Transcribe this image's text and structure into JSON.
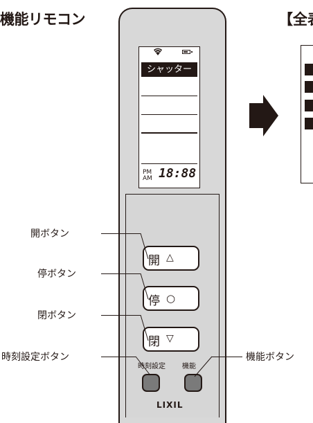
{
  "titles": {
    "left": "機能リモコン",
    "right": "【全表"
  },
  "screen": {
    "menu_selected": "シャッター",
    "ampm_top": "PM",
    "ampm_bottom": "AM",
    "clock": "18:88",
    "status_icons": [
      "wifi-signal-icon",
      "battery-icon"
    ]
  },
  "buttons": {
    "open": {
      "char": "開",
      "symbol": "△"
    },
    "stop": {
      "char": "停",
      "symbol": "○"
    },
    "close": {
      "char": "閉",
      "symbol": "▽"
    },
    "time_setting_label": "時刻設定",
    "function_label": "機能"
  },
  "callouts": {
    "open": "開ボタン",
    "stop": "停ボタン",
    "close": "閉ボタン",
    "time_setting": "時刻設定ボタン",
    "function": "機能ボタン"
  },
  "brand": "LIXIL",
  "colors": {
    "body": "#d8d8d8",
    "outline": "#231815",
    "button_fill": "#7a7a7a"
  }
}
